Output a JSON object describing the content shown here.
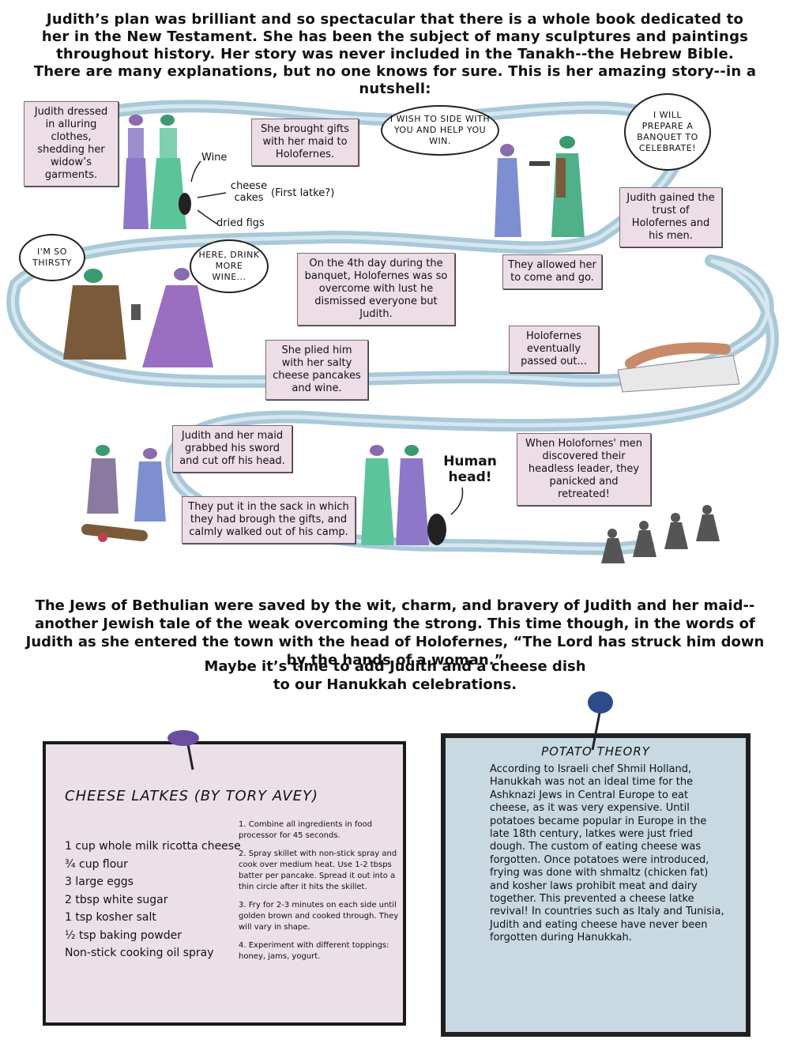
{
  "intro": "Judith’s plan was brilliant and so spectacular that there is a whole book dedicated to her in the New Testament. She has been the subject of many sculptures and paintings throughout history. Her story was never included in the Tanakh--the Hebrew Bible. There are many explanations, but no one knows for sure. This is her amazing story--in a nutshell:",
  "panels": {
    "dressed": "Judith dressed in alluring clothes, shedding her widow’s garments.",
    "gifts": "She brought gifts with her maid to Holofernes.",
    "wish_bubble": "I WISH TO SIDE WITH YOU AND HELP YOU WIN.",
    "banquet_bubble": "I WILL PREPARE A BANQUET TO CELEBRATE!",
    "trust": "Judith gained the trust of Holofernes and his men.",
    "allowed": "They allowed her to come and go.",
    "fourth_day": "On the 4th day during the banquet, Holofernes was so overcome with lust he dismissed everyone but Judith.",
    "thirsty_bubble": "I'M SO THIRSTY",
    "drink_bubble": "HERE, DRINK MORE WINE...",
    "plied": "She plied him with her salty cheese pancakes and wine.",
    "passed_out": "Holofernes eventually passed out...",
    "sword": "Judith and her maid grabbed his sword and cut off his head.",
    "sack": "They put it in the sack in which they had brough the gifts, and calmly walked out of his camp.",
    "human_head": "Human head!",
    "retreat": "When Holofornes' men discovered their headless leader, they panicked and retreated!"
  },
  "gift_labels": {
    "wine": "Wine",
    "cheese_cakes": "cheese cakes",
    "first_latke": "(First latke?)",
    "dried_figs": "dried figs"
  },
  "outro": "The Jews of Bethulian were saved by the wit, charm, and bravery of Judith and her maid--another Jewish tale of the weak overcoming the strong. This time though, in the words of Judith as she entered the town with the head of Holofernes, “The Lord has struck him down by the hands of a woman.”",
  "maybe": "Maybe it’s time to add Judith and a cheese dish to our Hanukkah celebrations.",
  "recipe": {
    "title": "CHEESE LATKES (BY TORY AVEY)",
    "ingredients": [
      "1 cup whole milk ricotta cheese",
      "¾ cup flour",
      "3 large eggs",
      "2 tbsp white sugar",
      "1 tsp kosher salt",
      "½ tsp baking powder",
      "Non-stick cooking oil spray"
    ],
    "steps": [
      "1. Combine all ingredients in food processor for 45 seconds.",
      "2. Spray skillet with non-stick spray and cook over medium heat. Use 1-2 tbsps batter per pancake. Spread it out into a thin circle after it hits the skillet.",
      "3. Fry for 2-3 minutes on each side until golden brown and cooked through. They will vary in shape.",
      "4. Experiment with different toppings: honey, jams, yogurt."
    ]
  },
  "theory": {
    "title": "POTATO THEORY",
    "body": "According to Israeli chef Shmil Holland, Hanukkah was not an ideal time for the Ashknazi Jews in Central Europe to eat cheese, as it was very expensive. Until potatoes became popular in Europe in the late 18th century, latkes were just fried dough. The custom of eating cheese was forgotten. Once potatoes were introduced, frying was done with shmaltz (chicken fat) and kosher laws prohibit meat and dairy together. This prevented a cheese latke revival! In countries such as Italy and Tunisia, Judith and eating cheese have never been forgotten during Hanukkah."
  },
  "colors": {
    "caption_bg": "#ecdde7",
    "river": "#a9c9d8",
    "recipe_bg": "#ece0e8",
    "theory_bg": "#c9d9e2",
    "pin_purple": "#6a4fa0",
    "pin_blue": "#2d4a8a"
  }
}
